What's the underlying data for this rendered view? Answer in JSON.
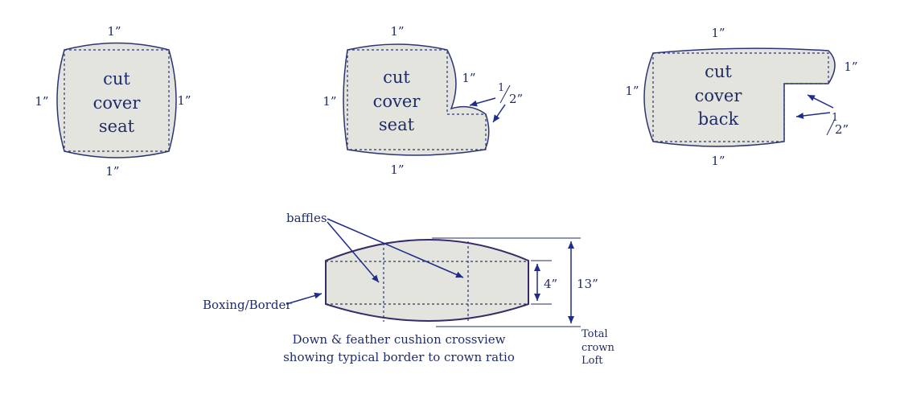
{
  "diagrams": {
    "seat_square": {
      "label_lines": [
        "cut",
        "cover",
        "seat"
      ],
      "top": "1”",
      "bottom": "1”",
      "left": "1”",
      "right": "1”"
    },
    "seat_l": {
      "label_lines": [
        "cut",
        "cover",
        "seat"
      ],
      "top": "1”",
      "bottom": "1”",
      "left": "1”",
      "right": "1”",
      "notch_num": "1",
      "notch_den": "2”"
    },
    "back": {
      "label_lines": [
        "cut",
        "cover",
        "back"
      ],
      "top": "1”",
      "bottom": "1”",
      "left": "1”",
      "right": "1”",
      "notch_num": "1",
      "notch_den": "2”"
    },
    "cushion": {
      "baffles_label": "baffles",
      "border_label": "Boxing/Border",
      "border_dim": "4”",
      "total_dim": "13”",
      "total_label_lines": [
        "Total",
        "crown",
        "Loft"
      ],
      "caption_lines": [
        "Down & feather cushion crossview",
        "showing typical border to crown ratio"
      ]
    }
  }
}
